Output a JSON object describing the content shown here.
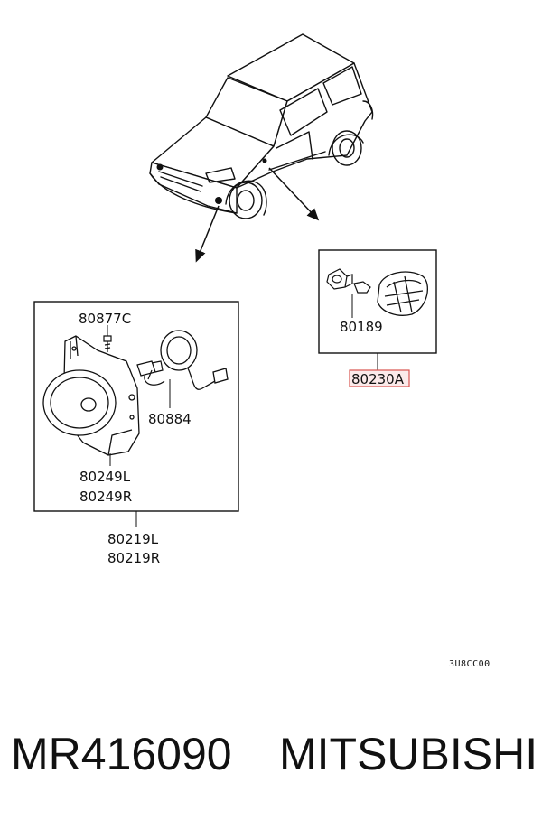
{
  "diagram": {
    "part_labels": {
      "p80877C": "80877C",
      "p80884": "80884",
      "p80249L": "80249L",
      "p80249R": "80249R",
      "p80219L": "80219L",
      "p80219R": "80219R",
      "p80189": "80189",
      "p80230A": "80230A"
    },
    "highlighted_part": "80230A",
    "highlight_color": "#d9534f",
    "diagram_code": "3U8CC00"
  },
  "footer": {
    "part_number": "MR416090",
    "brand": "MITSUBISHI"
  }
}
